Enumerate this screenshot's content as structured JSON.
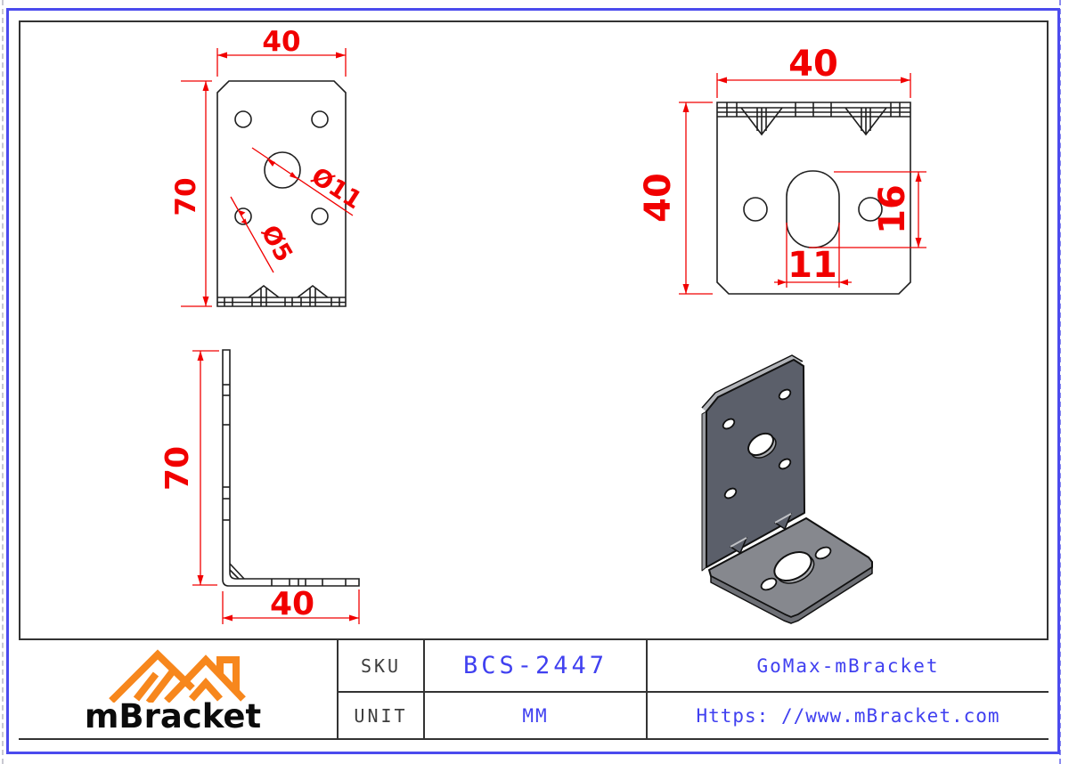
{
  "colors": {
    "dim_red": "#f10000",
    "line_black": "#1f1f1f",
    "accent_blue": "#4040f0",
    "frame_blue": "#4b4bee",
    "logo_orange": "#f7871d",
    "metal_dark": "#5b5f6a",
    "metal_light": "#86888e"
  },
  "views": {
    "front": {
      "dim_width": "40",
      "dim_height": "70",
      "label_big_hole": "Ø11",
      "label_small_hole": "Ø5"
    },
    "top": {
      "dim_width": "40",
      "dim_height": "40",
      "dim_slot_length": "16",
      "dim_slot_width": "11"
    },
    "side": {
      "dim_height": "70",
      "dim_width": "40"
    }
  },
  "title_block": {
    "logo_text": "mBracket",
    "fields": [
      {
        "label": "SKU",
        "value": "BCS-2447"
      },
      {
        "label": "UNIT",
        "value": "MM"
      }
    ],
    "brand": "GoMax-mBracket",
    "website": "Https: //www.mBracket.com"
  }
}
